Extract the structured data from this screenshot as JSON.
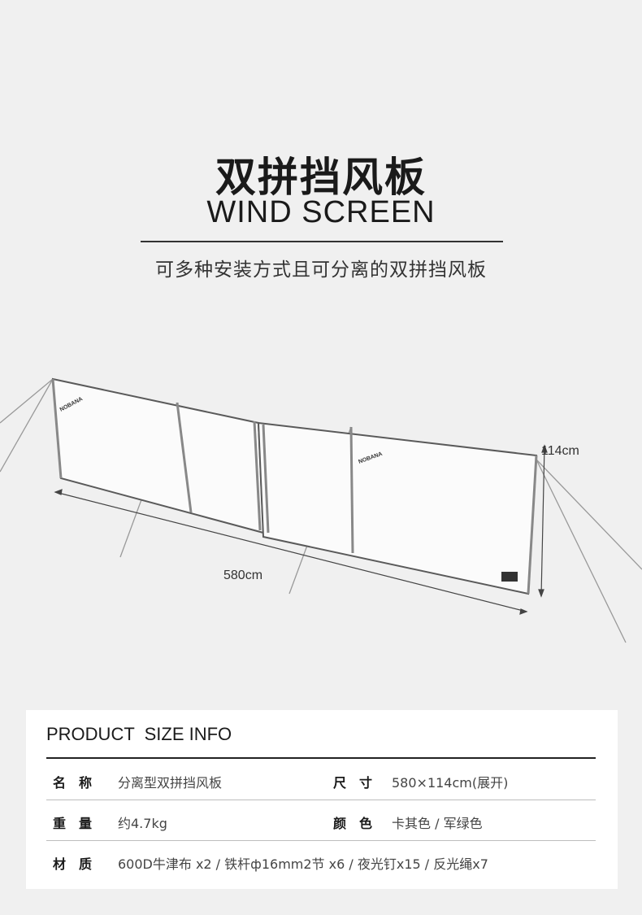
{
  "header": {
    "title_zh": "双拼挡风板",
    "title_en": "WIND SCREEN",
    "subtitle": "可多种安装方式且可分离的双拼挡风板"
  },
  "illustration": {
    "brand": "NOBANA",
    "length_label": "580cm",
    "height_label": "114cm"
  },
  "info": {
    "title": "PRODUCT  SIZE INFO",
    "rows": [
      {
        "l1": "名称",
        "v1": "分离型双拼挡风板",
        "l2": "尺寸",
        "v2": "580×114cm(展开)"
      },
      {
        "l1": "重量",
        "v1": "约4.7kg",
        "l2": "颜色",
        "v2": "卡其色 / 军绿色"
      },
      {
        "l1": "材质",
        "v1": "600D牛津布 x2 / 铁杆ф16mm2节 x6  /  夜光钉x15 / 反光绳x7"
      }
    ]
  }
}
